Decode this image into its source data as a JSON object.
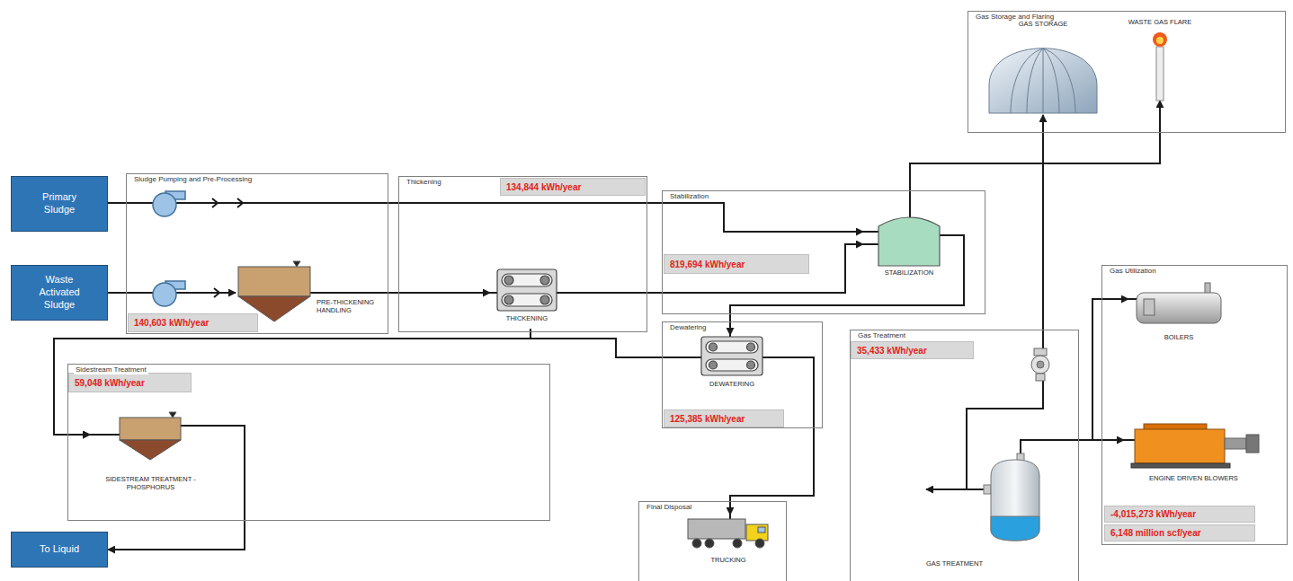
{
  "diagram": {
    "nodes": [
      {
        "text": [
          "Primary Sludge"
        ]
      },
      {
        "text": [
          "Waste Activated Sludge"
        ]
      },
      {
        "text": [
          "To Liquid"
        ]
      },
      {
        "text": [
          "Sludge Pumping and Pre-Processing"
        ]
      },
      {
        "text": [
          "PRE-THICKENING HANDLING"
        ],
        "in": 3
      },
      {
        "text": [
          "140,603 kWh/year"
        ],
        "in": 3
      },
      {
        "text": [
          "Thickening"
        ]
      },
      {
        "text": [
          "134,844 kWh/year"
        ],
        "in": 6
      },
      {
        "text": [
          "THICKENING"
        ],
        "in": 6
      },
      {
        "text": [
          "Stabilization"
        ]
      },
      {
        "text": [
          "819,694 kWh/year"
        ],
        "in": 9
      },
      {
        "text": [
          "STABILIZATION"
        ],
        "in": 9
      },
      {
        "text": [
          "Gas Storage and Flaring"
        ]
      },
      {
        "text": [
          "GAS STORAGE"
        ],
        "in": 12
      },
      {
        "text": [
          "WASTE GAS FLARE"
        ],
        "in": 12
      },
      {
        "text": [
          "Dewatering"
        ]
      },
      {
        "text": [
          "DEWATERING"
        ],
        "in": 15
      },
      {
        "text": [
          "125,385 kWh/year"
        ],
        "in": 15
      },
      {
        "text": [
          "Sidestream Treatment"
        ]
      },
      {
        "text": [
          "59,048 kWh/year"
        ],
        "in": 18
      },
      {
        "text": [
          "SIDESTREAM TREATMENT - PHOSPHORUS"
        ],
        "in": 18
      },
      {
        "text": [
          "Gas Treatment"
        ]
      },
      {
        "text": [
          "35,433 kWh/year"
        ],
        "in": 21
      },
      {
        "text": [
          "GAS TREATMENT"
        ],
        "in": 21
      },
      {
        "text": [
          "Gas Utilization"
        ]
      },
      {
        "text": [
          "BOILERS"
        ],
        "in": 24
      },
      {
        "text": [
          "ENGINE DRIVEN BLOWERS"
        ],
        "in": 24
      },
      {
        "text": [
          "-4,015,273 kWh/year"
        ],
        "in": 24
      },
      {
        "text": [
          "6,148 million scf/year"
        ],
        "in": 24
      },
      {
        "text": [
          "Final Disposal"
        ]
      },
      {
        "text": [
          "TRUCKING"
        ],
        "in": 29
      }
    ],
    "edges": [
      {
        "from": 0,
        "to": 11,
        "arrow": "to"
      },
      {
        "from": 1,
        "to": 4,
        "arrow": "to"
      },
      {
        "from": 4,
        "to": 8,
        "arrow": "to"
      },
      {
        "from": 8,
        "to": 11,
        "arrow": "to"
      },
      {
        "from": 11,
        "to": 16,
        "arrow": "to"
      },
      {
        "from": 16,
        "to": 30,
        "arrow": "to"
      },
      {
        "from": 16,
        "to": 20,
        "arrow": "to"
      },
      {
        "from": 8,
        "to": 20,
        "arrow": "to"
      },
      {
        "from": 20,
        "to": 2,
        "arrow": "to"
      },
      {
        "from": 11,
        "to": 13,
        "arrow": "to"
      },
      {
        "from": 11,
        "to": 14,
        "arrow": "to"
      },
      {
        "from": 13,
        "to": 23,
        "arrow": "to"
      },
      {
        "from": 23,
        "to": 25,
        "arrow": "to"
      },
      {
        "from": 23,
        "to": 26,
        "arrow": "to"
      }
    ]
  }
}
